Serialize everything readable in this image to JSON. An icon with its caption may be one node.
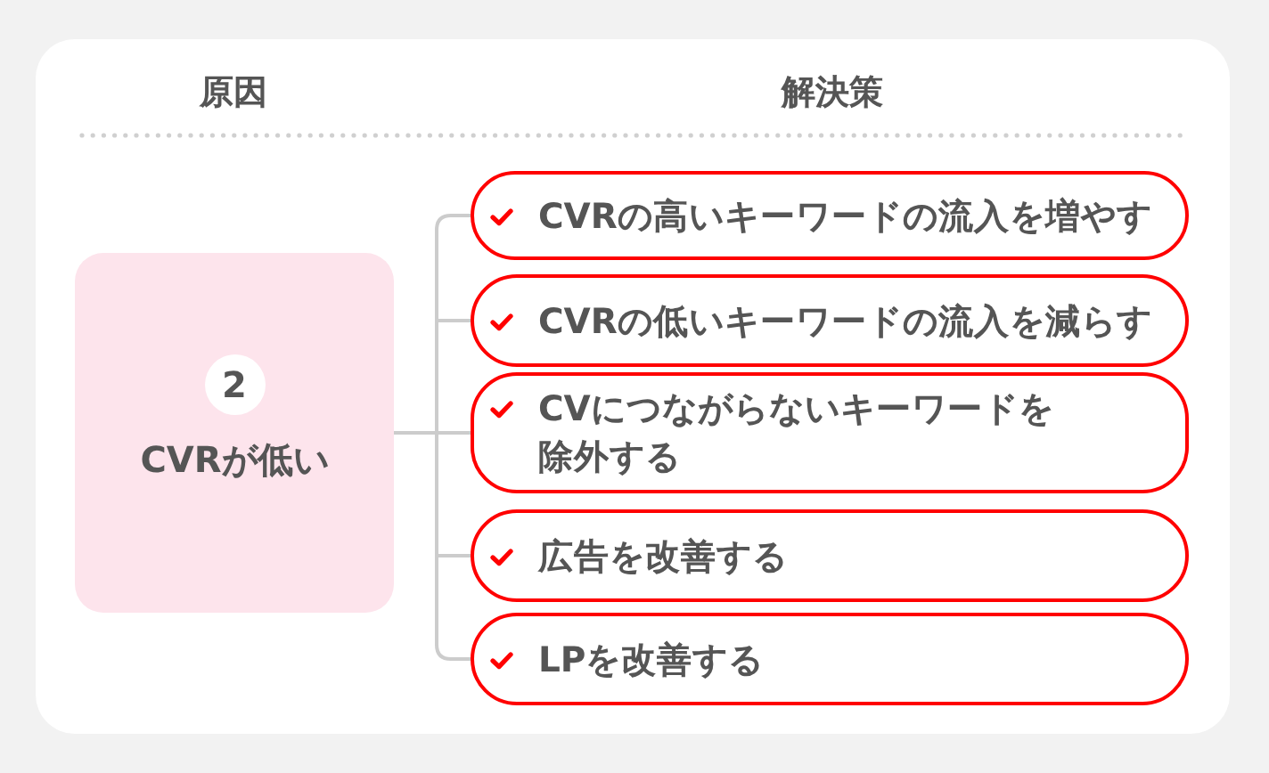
{
  "diagram": {
    "nodes": [
      {
        "text": [
          "2",
          "CVRが低い"
        ]
      },
      {
        "text": [
          "CVRの高いキーワードの流入を増やす"
        ]
      },
      {
        "text": [
          "CVRの低いキーワードの流入を減らす"
        ]
      },
      {
        "text": [
          "CVにつながらないキーワードを除外する"
        ]
      },
      {
        "text": [
          "広告を改善する"
        ]
      },
      {
        "text": [
          "LPを改善する"
        ]
      }
    ],
    "edges": [
      {
        "from": 0,
        "to": 1,
        "arrow": "none"
      },
      {
        "from": 0,
        "to": 2,
        "arrow": "none"
      },
      {
        "from": 0,
        "to": 3,
        "arrow": "none"
      },
      {
        "from": 0,
        "to": 4,
        "arrow": "none"
      },
      {
        "from": 0,
        "to": 5,
        "arrow": "none"
      }
    ],
    "labels": [
      "原因",
      "解決策"
    ]
  }
}
